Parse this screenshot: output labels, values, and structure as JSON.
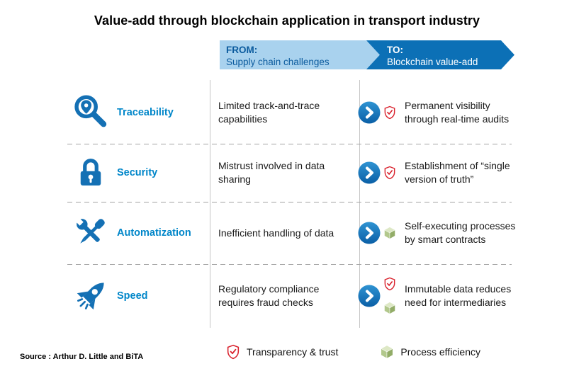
{
  "title": "Value-add through blockchain application in transport industry",
  "banner": {
    "from_label": "FROM:",
    "from_sublabel": "Supply chain challenges",
    "to_label": "TO:",
    "to_sublabel": "Blockchain value-add"
  },
  "rows": [
    {
      "icon": "magnifier-pin-icon",
      "label": "Traceability",
      "from": "Limited track-and-trace capabilities",
      "to": "Permanent visibility through real-time audits",
      "to_icons": [
        "shield-check-icon"
      ]
    },
    {
      "icon": "padlock-icon",
      "label": "Security",
      "from": "Mistrust involved in data sharing",
      "to": "Establishment of “single version of truth”",
      "to_icons": [
        "shield-check-icon"
      ]
    },
    {
      "icon": "tools-icon",
      "label": "Automatization",
      "from": "Inefficient handling of data",
      "to": "Self-executing processes by smart contracts",
      "to_icons": [
        "cube-icon"
      ]
    },
    {
      "icon": "rocket-icon",
      "label": "Speed",
      "from": "Regulatory compliance requires fraud checks",
      "to": "Immutable data reduces need for intermediaries",
      "to_icons": [
        "shield-check-icon",
        "cube-icon"
      ]
    }
  ],
  "legend": {
    "items": [
      {
        "icon": "shield-check-icon",
        "label": "Transparency & trust"
      },
      {
        "icon": "cube-icon",
        "label": "Process efficiency"
      }
    ]
  },
  "source": "Source :  Arthur D. Little and BiTA",
  "colors": {
    "category_blue": "#0086c9",
    "icon_blue": "#1470b4",
    "banner_light_blue": "#a9d2ee",
    "banner_dark_blue": "#0c70b6",
    "shield_red": "#d9232e",
    "cube_green": "#a9c27f"
  }
}
